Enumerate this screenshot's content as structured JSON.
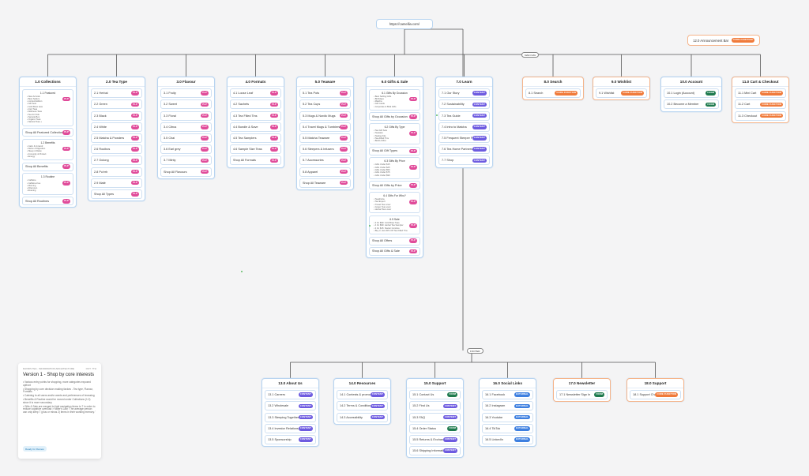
{
  "root": {
    "url": "https://camellia.com/"
  },
  "pills": {
    "main_nav": "MAIN NAV",
    "footer": "FOOTER"
  },
  "announcement": {
    "title": "12.0 Announcement Bar",
    "badge": "CORE FUNCTION"
  },
  "main_nav": [
    {
      "title": "1.0 Collections",
      "groups": [
        {
          "title": "1.1 Featured",
          "bullets": [
            "New Arrivals",
            "Best Sellers",
            "Limited Edition",
            "Gift Sets",
            "Cold Brew teas",
            "Iced Teas",
            "Wellness Teas",
            "Tea for Kids",
            "Sample Box",
            "Organic Teas",
            "Natural Teas +"
          ],
          "badge": "PLP"
        },
        {
          "title": "1.2 Benefits",
          "bullets": [
            "Calm & Unwind",
            "Detox & Digestion",
            "Sleep & Relax",
            "Immunity & Protect",
            "Energy"
          ],
          "badge": "PLP"
        },
        {
          "title": "1.3 Routine",
          "bullets": [
            "Caffeine",
            "Caffeine-free",
            "Morning",
            "Afternoon",
            "Evening"
          ],
          "badge": "PLP"
        }
      ],
      "group_footers": [
        "Shop All Featured Collections",
        "Shop All Benefits",
        "Shop All Routines"
      ],
      "footer_badge": "PLP"
    },
    {
      "title": "2.0 Tea Type",
      "items": [
        {
          "label": "2.1 Herbal",
          "badge": "PLP"
        },
        {
          "label": "2.2 Green",
          "badge": "PLP"
        },
        {
          "label": "2.3 Black",
          "badge": "PLP"
        },
        {
          "label": "2.4 White",
          "badge": "PLP"
        },
        {
          "label": "2.5 Matcha & Powders",
          "badge": "PLP"
        },
        {
          "label": "2.6 Rooibos",
          "badge": "PLP"
        },
        {
          "label": "2.7 Oolong",
          "badge": "PLP"
        },
        {
          "label": "2.8 Pu'erh",
          "badge": "PLP"
        },
        {
          "label": "2.9 Maté",
          "badge": "PLP"
        },
        {
          "label": "Shop All Types",
          "badge": "PLP"
        }
      ]
    },
    {
      "title": "3.0 Flavour",
      "items": [
        {
          "label": "3.1 Fruity",
          "badge": "PLP"
        },
        {
          "label": "3.2 Sweet",
          "badge": "PLP"
        },
        {
          "label": "3.3 Floral",
          "badge": "PLP"
        },
        {
          "label": "3.4 Citrus",
          "badge": "PLP"
        },
        {
          "label": "3.5 Chai",
          "badge": "PLP"
        },
        {
          "label": "3.6 Earl grey",
          "badge": "PLP"
        },
        {
          "label": "3.7 Minty",
          "badge": "PLP"
        },
        {
          "label": "Shop All Flavours",
          "badge": "PLP"
        }
      ]
    },
    {
      "title": "4.0 Formats",
      "items": [
        {
          "label": "4.1 Loose Leaf",
          "badge": "PLP"
        },
        {
          "label": "4.2 Sachets",
          "badge": "PLP"
        },
        {
          "label": "4.3 Tea Filled Tins",
          "badge": "PLP"
        },
        {
          "label": "4.4 Bundle & Save",
          "badge": "PLP"
        },
        {
          "label": "4.5 Tea Samplers",
          "badge": "PLP"
        },
        {
          "label": "4.6 Sample Size Teas",
          "badge": "PLP"
        },
        {
          "label": "Shop All Formats",
          "badge": "PLP"
        }
      ]
    },
    {
      "title": "5.0 Teaware",
      "items": [
        {
          "label": "5.1 Tea Pots",
          "badge": "PLP"
        },
        {
          "label": "5.2 Tea Cups",
          "badge": "PLP"
        },
        {
          "label": "5.3 Mugs & Nordic Mugs",
          "badge": "PLP"
        },
        {
          "label": "5.4 Travel Mugs & Tumblers",
          "badge": "PLP"
        },
        {
          "label": "5.5 Matcha Teaware",
          "badge": "PLP"
        },
        {
          "label": "5.6 Steepers & Infusers",
          "badge": "PLP"
        },
        {
          "label": "5.7 Accessories",
          "badge": "PLP"
        },
        {
          "label": "5.8 Apparel",
          "badge": "PLP"
        },
        {
          "label": "Shop All Teaware",
          "badge": "PLP"
        }
      ]
    },
    {
      "title": "6.0 Gifts & Sale",
      "groups": [
        {
          "title": "6.1 Gifts By Occasion",
          "bullets": [
            "Best Selling Gifts",
            "Birthdays",
            "Matcha",
            "Gift Cards",
            "Corporate & Bulk Gifts"
          ],
          "badge": "PLP",
          "footer": "Shop All Gifts by Occasion"
        },
        {
          "title": "6.2 Gifts By Type",
          "bullets": [
            "Tea Gift Sets",
            "Teaware",
            "Tasting Kits",
            "Tea-Filled Tins",
            "Build-A-Box"
          ],
          "badge": "PLP",
          "footer": "Shop All Gift Types"
        },
        {
          "title": "6.3 Gifts By Price",
          "bullets": [
            "Gifts Under $15",
            "Gifts Under $25",
            "Gifts Under $50",
            "Gifts Under $75",
            "Gifts Under $99"
          ],
          "badge": "PLP",
          "footer": "Shop All Gifts by Price"
        },
        {
          "title": "6.4 Gifts For Who?",
          "bullets": [
            "Teaphoria",
            "Tea Expert",
            "Travel Tea Lover",
            "Green Tea Lover",
            "Herbal Tea Lover"
          ],
          "badge": "PLP",
          "footer": null
        },
        {
          "title": "6.5 Sale",
          "bullets": [
            "3 for $99: Cold Brew Teas",
            "4 for $99: Herbal Tea Sampler",
            "3 for $15: Starter Combos",
            "Buy 2, Get 20% Off Tea Filled Tins"
          ],
          "badge": "PLP",
          "footer": "Shop All Offers"
        }
      ],
      "footer": "Shop All Gifts & Sale",
      "footer_badge": "PLP"
    },
    {
      "title": "7.0 Learn",
      "items": [
        {
          "label": "7.1 Our Story",
          "badge": "CONTENT"
        },
        {
          "label": "7.2 Sustainability",
          "badge": "CONTENT"
        },
        {
          "label": "7.3 Tea Guide",
          "badge": "CONTENT"
        },
        {
          "label": "7.4 Intro to Matcha",
          "badge": "CONTENT"
        },
        {
          "label": "7.5 Frequent Steeper Program",
          "badge": "CONTENT"
        },
        {
          "label": "7.6 Tea Home Partnership",
          "badge": "CONTENT"
        },
        {
          "label": "7.7 Shop",
          "badge": "CONTENT"
        }
      ]
    },
    {
      "title": "8.0 Search",
      "orange": true,
      "items": [
        {
          "label": "8.1 Search",
          "badge": "CORE FUNCTION"
        }
      ]
    },
    {
      "title": "9.0 Wishlist",
      "orange": true,
      "items": [
        {
          "label": "9.1 Wishlist",
          "badge": "CORE FUNCTION"
        }
      ]
    },
    {
      "title": "10.0 Account",
      "items": [
        {
          "label": "10.1 Login (Account)",
          "badge": "FORM"
        },
        {
          "label": "10.2 Become a Member",
          "badge": "FORM"
        }
      ]
    },
    {
      "title": "11.0 Cart & Checkout",
      "orange": true,
      "items": [
        {
          "label": "11.1 Mini Cart",
          "badge": "CORE FUNCTION"
        },
        {
          "label": "11.2 Cart",
          "badge": "CORE FUNCTION"
        },
        {
          "label": "11.3 Checkout",
          "badge": "CORE FUNCTION"
        }
      ]
    }
  ],
  "footer_nav": [
    {
      "title": "13.0 About Us",
      "items": [
        {
          "label": "13.1 Careers",
          "badge": "CONTENT"
        },
        {
          "label": "13.2 Wholesale",
          "badge": "CONTENT"
        },
        {
          "label": "13.3 Steeping Together Podcast",
          "badge": "CONTENT"
        },
        {
          "label": "13.4 Investor Relations",
          "badge": "CONTENT"
        },
        {
          "label": "13.5 Sponsorship",
          "badge": "CONTENT"
        }
      ]
    },
    {
      "title": "14.0 Resources",
      "items": [
        {
          "label": "14.1 Contests & promotions",
          "badge": "CONTENT"
        },
        {
          "label": "14.2 Terms & Conditions",
          "badge": "CONTENT"
        },
        {
          "label": "14.3 Accessibility",
          "badge": "CONTENT"
        }
      ]
    },
    {
      "title": "15.0 Support",
      "items": [
        {
          "label": "15.1 Contact Us",
          "badge": "FORM"
        },
        {
          "label": "15.2 Find Us",
          "badge": "CONTENT"
        },
        {
          "label": "15.3 FAQ",
          "badge": "CONTENT"
        },
        {
          "label": "15.4 Order Status",
          "badge": "FORM"
        },
        {
          "label": "15.5 Returns & Exchanges",
          "badge": "CONTENT"
        },
        {
          "label": "15.6 Shipping Information",
          "badge": "CONTENT"
        }
      ]
    },
    {
      "title": "16.0 Social Links",
      "items": [
        {
          "label": "16.1 Facebook",
          "badge": "EXTERNAL"
        },
        {
          "label": "16.2 Instagram",
          "badge": "EXTERNAL"
        },
        {
          "label": "16.3 Youtube",
          "badge": "EXTERNAL"
        },
        {
          "label": "16.4 TikTok",
          "badge": "EXTERNAL"
        },
        {
          "label": "16.5 LinkedIn",
          "badge": "EXTERNAL"
        }
      ]
    },
    {
      "title": "17.0 Newsletter",
      "orange": true,
      "items": [
        {
          "label": "17.1 Newsletter Sign In",
          "badge": "FORM"
        }
      ]
    },
    {
      "title": "18.0 Support",
      "orange": true,
      "items": [
        {
          "label": "18.1 Support Chat",
          "badge": "CORE FUNCTION"
        }
      ]
    }
  ],
  "note": {
    "header_left": "DAVIDS TEA - INFORMATION ARCHITECTURE",
    "header_right": "Oct. 7th",
    "title": "Version 1 - Shop by core interests",
    "bullets": [
      "Various entry points for shopping, more categories exposed upfront",
      "Shopping by core decision making factors - Tea type, Flavour, Formats",
      "Catering to all users and/or wants and preferences of browsing",
      "Benefits & Routine would be moved under Collections (1.0) since it is more secondary",
      "Gifts & Sale are merged to limit navigation items to 7 in order to reduce cognitive overload > Miller's Law: 'The average person can only keep 7 (plus or minus 2) items in their working memory.'"
    ],
    "review_label": "Ready for Review"
  },
  "colors": {
    "plp": "#e04b9a",
    "content": "#6d5be0",
    "form": "#1e7a4e",
    "core_function": "#f07a3a",
    "external": "#3d7fe0",
    "card_border": "#b8d4f0",
    "orange_border": "#f5b48a"
  }
}
